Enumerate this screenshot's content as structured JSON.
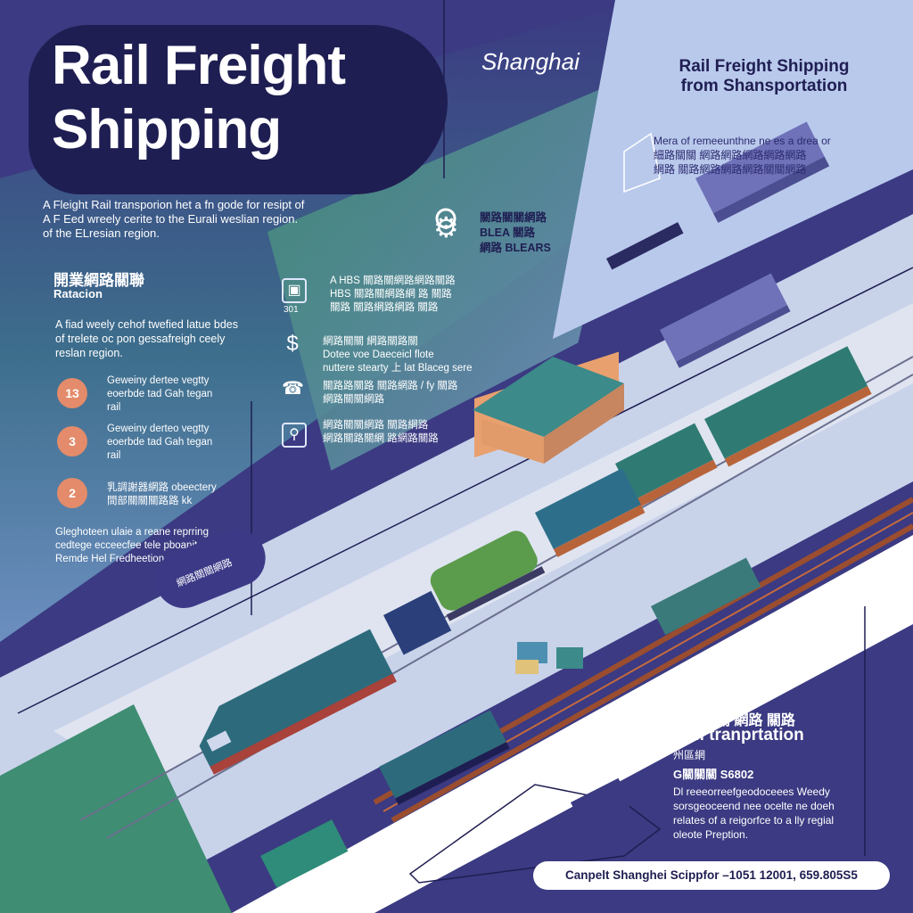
{
  "title_lines": [
    "Rail Freight",
    "Shipping"
  ],
  "city": "Shanghai",
  "subtitle_lines": [
    "Rail Freight Shipping",
    "from Shansportation"
  ],
  "intro_lines": [
    "A Fleight Rail transporion het a fn gode for resipt of",
    "A F Eed wreely cerite to the Eurali weslian region.",
    "of the ELresian region."
  ],
  "section_heading": "開業網路關聯",
  "section_sub": "Ratacion",
  "section_para": [
    "A fiad weely cehof twefied latue bdes",
    "of trelete oc pon gessafreigh ceely",
    "reslan region."
  ],
  "steps": [
    {
      "num": "13",
      "lines": [
        "Geweiny dertee vegtty",
        "eoerbde tad Gah tegan",
        "rail"
      ]
    },
    {
      "num": "3",
      "lines": [
        "Geweiny derteo vegtty",
        "eoerbde tad Gah tegan",
        "rail"
      ]
    },
    {
      "num": "2",
      "lines": [
        "乳調謝器網路 obeectery",
        "間部關關關路路 kk"
      ]
    }
  ],
  "note_lines": [
    "Gleghoteen ulaie a reane reprring",
    "cedtege ecceecfee tele pboanit",
    "Remde Hel Fredheetion"
  ],
  "pill_label": "網路關關網路",
  "features": [
    {
      "icon": "box-icon",
      "glyph": "▣",
      "caption": "301",
      "lines": [
        "A HBS 關路關網路網路關路",
        "HBS 關路關網路網 路 關路",
        "關路 關路網路網路 關路"
      ]
    },
    {
      "icon": "dollar-icon",
      "glyph": "$",
      "caption": " ",
      "lines": [
        "網路關關 網路關路關",
        "Dotee voe Daeceicl flote",
        "nuttere stearty 上 lat Blaceg sere"
      ]
    },
    {
      "icon": "phone-icon",
      "glyph": "☎",
      "caption": "",
      "lines": [
        "關路路關路 關路網路 / fy 關路",
        "網路關關網路"
      ]
    },
    {
      "icon": "phone-box-icon",
      "glyph": "⚲",
      "caption": "",
      "lines": [
        "網路關關網路 關路網路",
        "網路關路關網 路網路關路"
      ]
    }
  ],
  "gear_lines": [
    "關路關關網路",
    "BLEA 關路",
    "網路 BLEARS"
  ],
  "right_desc_lines": [
    "Mera of remeeunthne ne es a drea or",
    "細路關關 網路網路網路網路網路",
    "網路 關路網路網路網路關關網路"
  ],
  "rb_heading": "能手二關 網路 關路",
  "rb_title": "Rail tranprtation",
  "rb_sub": "州區網",
  "rb_code": "G關關關 S6802",
  "rb_desc_lines": [
    "Dl reeeorreefgeodoceees Weedy",
    "sorsgeoceend nee ocelte ne doeh",
    "relates of a reigorfce to a lly regial",
    "oleote Preption."
  ],
  "footer": "Canpelt  Shanghei Scippfor –1051  12001,  659.805S5",
  "colors": {
    "navy": "#3b3a82",
    "dark": "#1f1e52",
    "green": "#3f8d72",
    "lightblue": "#b9c9ec",
    "orange": "#e38b6a"
  }
}
